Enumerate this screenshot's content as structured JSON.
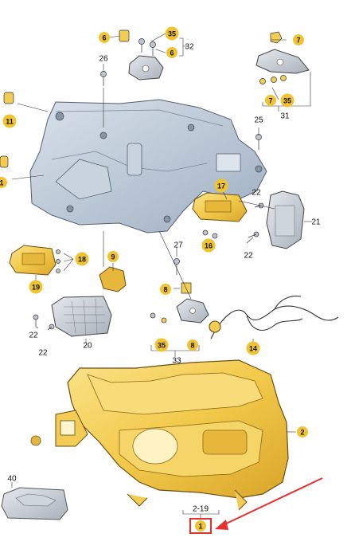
{
  "diagram": {
    "callouts": {
      "c6a": "6",
      "c35a": "35",
      "c32": "32",
      "c6b": "6",
      "c26": "26",
      "c7a": "7",
      "c7b": "7",
      "c35b": "35",
      "c31": "31",
      "c11": "11",
      "c1l": "1",
      "c25": "25",
      "c17": "17",
      "c22a": "22",
      "c21": "21",
      "c22b": "22",
      "c16": "16",
      "c18": "18",
      "c19": "19",
      "c9": "9",
      "c27": "27",
      "c8a": "8",
      "c22c": "22",
      "c22d": "22",
      "c20": "20",
      "c35c": "35",
      "c8b": "8",
      "c33": "33",
      "c14": "14",
      "c2": "2",
      "c40": "40",
      "c2_19": "2-19",
      "c1": "1"
    },
    "colors": {
      "badge": "#f0c431",
      "housing": "#f2cc55",
      "backplate": "#b9c6d6",
      "highlight": "#e53030"
    }
  }
}
